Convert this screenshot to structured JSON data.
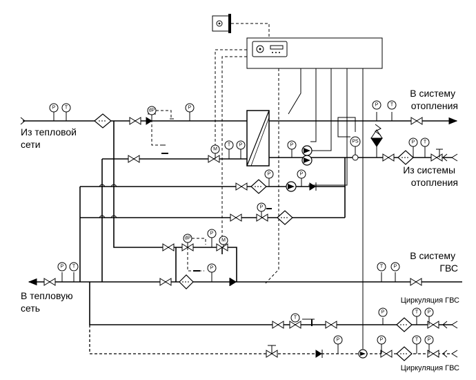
{
  "labels": {
    "from_network": [
      "Из тепловой",
      "сети"
    ],
    "to_network": [
      "В тепловую",
      "сеть"
    ],
    "to_heating": [
      "В систему",
      "отопления"
    ],
    "from_heating": [
      "Из системы",
      "отопления"
    ],
    "to_dhw": [
      "В систему",
      "ГВС"
    ],
    "dhw_circ_top": "Циркуляция ГВС",
    "dhw_circ_bottom": "Циркуляция ГВС"
  },
  "symbols": {
    "pressure": "P",
    "temperature": "T",
    "motor": "M",
    "diff_pressure": "dP",
    "pressure_switch": "PS"
  }
}
